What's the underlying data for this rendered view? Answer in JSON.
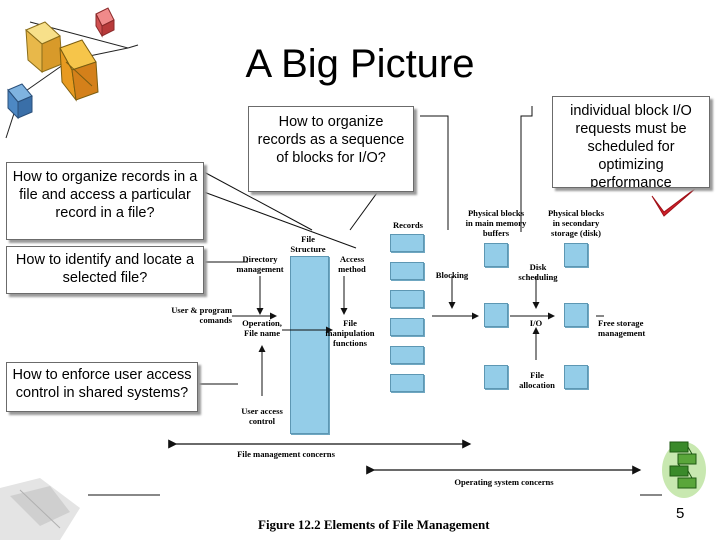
{
  "slide": {
    "title": "A Big Picture",
    "page_number": "5"
  },
  "questions": {
    "organize_file": "How to organize records in a file and access a particular record in a file?",
    "organize_blocks": "How to organize records as a sequence of blocks for I/O?",
    "block_requests": "individual block I/O requests must be scheduled for optimizing performance",
    "identify_file": "How to identify and locate a selected file?",
    "access_control": "How to enforce user access control in shared systems?"
  },
  "diagram": {
    "caption": "Figure 12.2   Elements of File Management",
    "labels": {
      "records": "Records",
      "file_structure": "File\nStructure",
      "physical_main": "Physical blocks\nin main memory\nbuffers",
      "physical_secondary": "Physical blocks\nin secondary\nstorage (disk)",
      "directory_management": "Directory\nmanagement",
      "access_method": "Access\nmethod",
      "blocking": "Blocking",
      "disk_scheduling": "Disk\nscheduling",
      "user_program_commands": "User & program\ncomands",
      "operation_file_name": "Operation,\nFile name",
      "file_manipulation": "File\nmanipulation\nfunctions",
      "io": "I/O",
      "free_storage": "Free storage\nmanagement",
      "file_allocation": "File\nallocation",
      "user_access_control": "User access\ncontrol",
      "file_management_concerns": "File management concerns",
      "os_concerns": "Operating system concerns"
    }
  },
  "colors": {
    "block_fill": "#94cde8",
    "block_border": "#5d97b3",
    "checkmark": "#d0202a"
  }
}
